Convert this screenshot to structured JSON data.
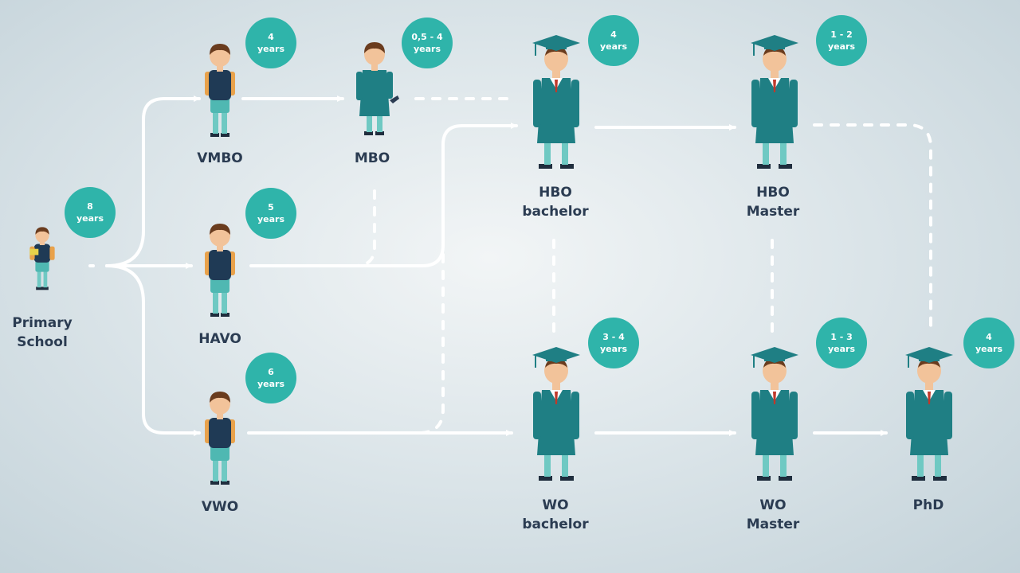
{
  "colors": {
    "teal": "#2fb4aa",
    "gown": "#1f7f84",
    "navy": "#2b3c52",
    "arrow": "#ffffff"
  },
  "nodes": {
    "primary": {
      "line1": "Primary",
      "line2": "School"
    },
    "vmbo": {
      "line1": "VMBO"
    },
    "havo": {
      "line1": "HAVO"
    },
    "vwo": {
      "line1": "VWO"
    },
    "mbo": {
      "line1": "MBO"
    },
    "hbo_bachelor": {
      "line1": "HBO",
      "line2": "bachelor"
    },
    "hbo_master": {
      "line1": "HBO",
      "line2": "Master"
    },
    "wo_bachelor": {
      "line1": "WO",
      "line2": "bachelor"
    },
    "wo_master": {
      "line1": "WO",
      "line2": "Master"
    },
    "phd": {
      "line1": "PhD"
    }
  },
  "badges": {
    "primary": {
      "num": "8",
      "unit": "years"
    },
    "vmbo": {
      "num": "4",
      "unit": "years"
    },
    "havo": {
      "num": "5",
      "unit": "years"
    },
    "vwo": {
      "num": "6",
      "unit": "years"
    },
    "mbo": {
      "num": "0,5 - 4",
      "unit": "years"
    },
    "hbo_bachelor": {
      "num": "4",
      "unit": "years"
    },
    "hbo_master": {
      "num": "1 - 2",
      "unit": "years"
    },
    "wo_bachelor": {
      "num": "3 - 4",
      "unit": "years"
    },
    "wo_master": {
      "num": "1 - 3",
      "unit": "years"
    },
    "phd": {
      "num": "4",
      "unit": "years"
    }
  }
}
